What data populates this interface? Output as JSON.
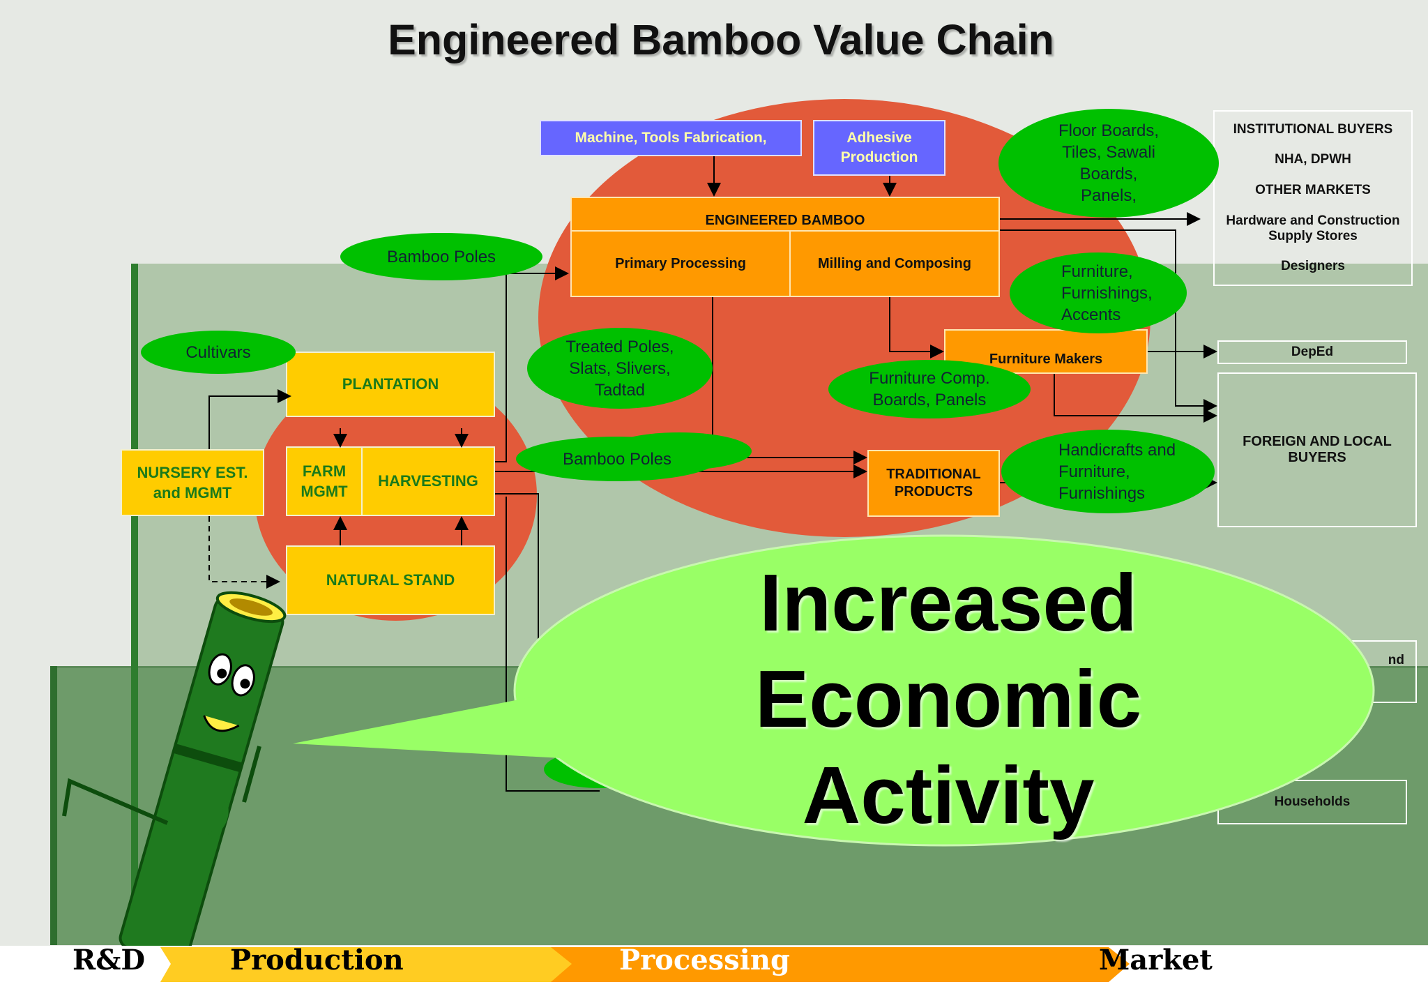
{
  "title": "Engineered Bamboo Value Chain",
  "boxes": {
    "nursery": "NURSERY EST. and MGMT",
    "plantation": "PLANTATION",
    "farm_mgmt": "FARM MGMT",
    "harvesting": "HARVESTING",
    "natural_stand": "NATURAL STAND",
    "machine_tools": "Machine, Tools Fabrication,",
    "adhesive": "Adhesive Production",
    "engineered_bamboo": "ENGINEERED BAMBOO",
    "primary_processing": "Primary Processing",
    "milling": "Milling and Composing",
    "furniture_makers": "Furniture Makers",
    "traditional_products": "TRADITIONAL PRODUCTS"
  },
  "ellipses": {
    "bamboo_poles_top": "Bamboo Poles",
    "cultivars": "Cultivars",
    "treated_poles": [
      "Treated Poles,",
      "Slats, Slivers,",
      "Tadtad"
    ],
    "bamboo_poles_mid": "Bamboo Poles",
    "floor_boards": [
      "Floor Boards,",
      "Tiles, Sawali",
      "Boards,",
      "Panels,"
    ],
    "furniture_accents": [
      "Furniture,",
      "Furnishings,",
      "Accents"
    ],
    "furniture_comp": [
      "Furniture Comp.",
      "Boards, Panels"
    ],
    "handicrafts": [
      "Handicrafts and",
      "Furniture,",
      "Furnishings"
    ]
  },
  "buyers": {
    "institutional": [
      "INSTITUTIONAL BUYERS",
      "NHA, DPWH",
      "OTHER MARKETS",
      "Hardware and Construction Supply Stores",
      "Designers"
    ],
    "deped": "DepEd",
    "foreign_local": "FOREIGN AND LOCAL BUYERS",
    "partial_label": "nd",
    "households": "Households"
  },
  "callout": [
    "Increased",
    "Economic",
    "Activity"
  ],
  "stages": [
    "R&D",
    "Production",
    "Processing",
    "Market"
  ],
  "colors": {
    "yellow_box": "#ffcc00",
    "orange_box": "#ff9900",
    "blue_box": "#6666ff",
    "ellipse_green": "#00c000",
    "blob_red": "#e25a3a",
    "callout_green": "#99ff66"
  }
}
